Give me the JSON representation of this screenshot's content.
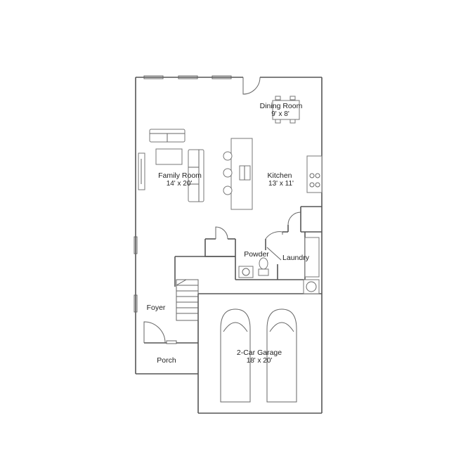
{
  "rooms": {
    "dining": {
      "name": "Dining Room",
      "dim": "9' x 8'"
    },
    "family": {
      "name": "Family Room",
      "dim": "14' x 20'"
    },
    "kitchen": {
      "name": "Kitchen",
      "dim": "13' x 11'"
    },
    "powder": {
      "name": "Powder"
    },
    "laundry": {
      "name": "Laundry"
    },
    "foyer": {
      "name": "Foyer"
    },
    "porch": {
      "name": "Porch"
    },
    "garage": {
      "name": "2-Car Garage",
      "dim": "18' x 20'"
    }
  }
}
